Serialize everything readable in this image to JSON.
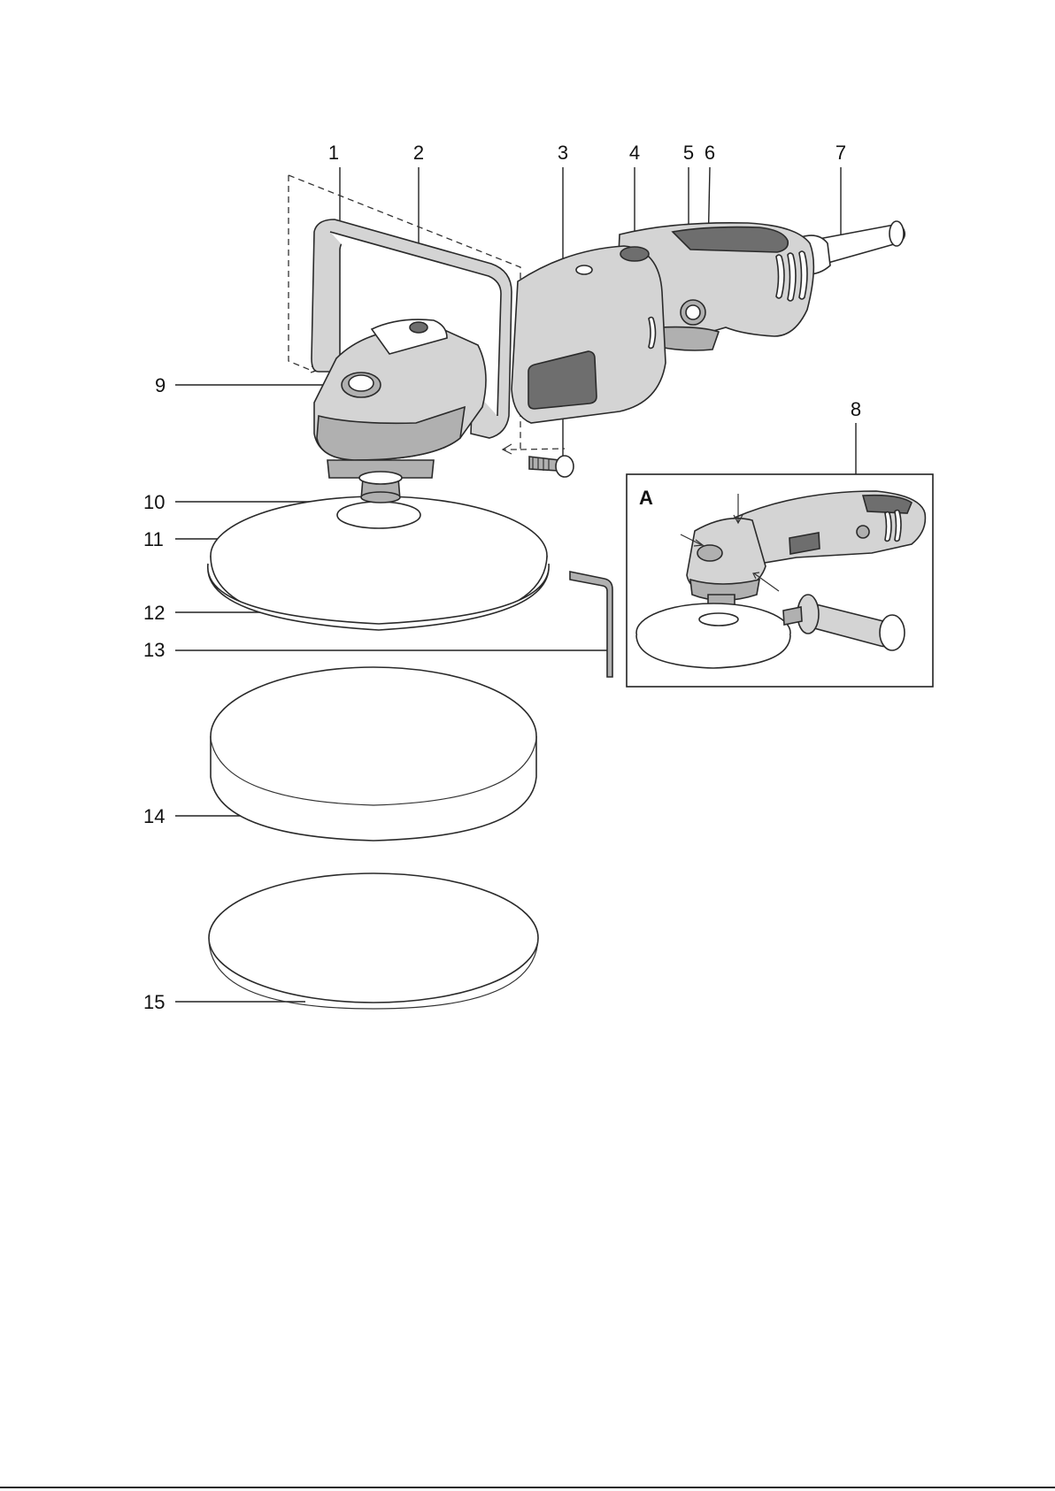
{
  "callouts": {
    "c1": "1",
    "c2": "2",
    "c3": "3",
    "c4": "4",
    "c5": "5",
    "c6": "6",
    "c7": "7",
    "c8": "8",
    "c9": "9",
    "c10": "10",
    "c11": "11",
    "c12": "12",
    "c13": "13",
    "c14": "14",
    "c15": "15"
  },
  "inset": {
    "label": "A"
  },
  "colors": {
    "line": "#222222",
    "body_grey": "#d4d4d4",
    "dark_grey": "#6e6e6e"
  }
}
